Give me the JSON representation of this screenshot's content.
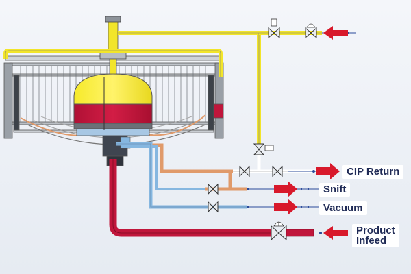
{
  "labels": {
    "cip_return": "CIP Return",
    "snift": "Snift",
    "vacuum": "Vacuum",
    "product_line1": "Product",
    "product_line2": "Infeed"
  },
  "colors": {
    "air_line": "#f2e52a",
    "product_line": "#c0163b",
    "cip_line": "#f4f4f4",
    "sniff_line": "#e09a6a",
    "vacuum_line": "#86b7e0",
    "arrow": "#d8192b",
    "label_text": "#1f2a55"
  }
}
